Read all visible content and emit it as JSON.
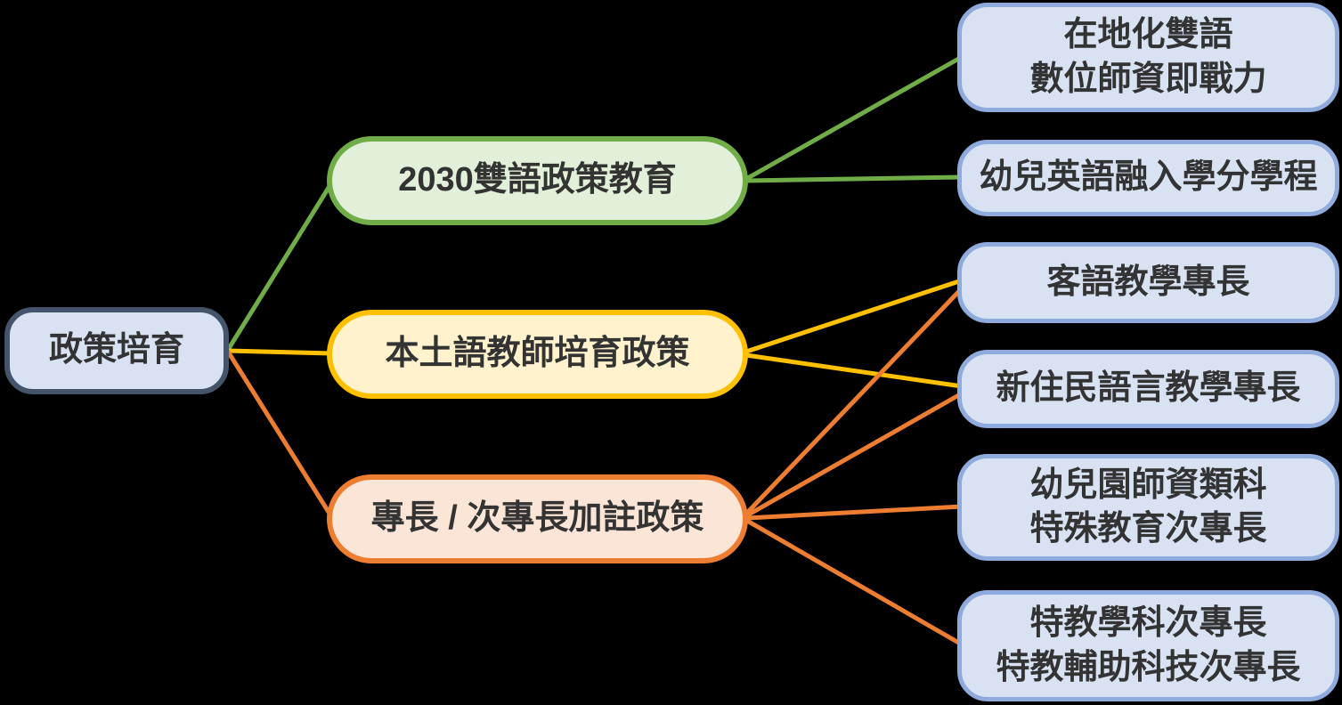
{
  "palette": {
    "canvas-bg": "#000000",
    "text": "#333333",
    "root-fill": "#D9E2F3",
    "root-border": "#44546A",
    "leaf-fill": "#D9E2F3",
    "leaf-border": "#8FAADC",
    "green-fill": "#E2F0D9",
    "green-border": "#70AD47",
    "yellow-fill": "#FFF2CC",
    "yellow-border": "#FFC000",
    "orange-fill": "#FBE5D6",
    "orange-border": "#ED7D31"
  },
  "nodes": {
    "root": {
      "label": "政策培育"
    },
    "branches": [
      {
        "label": "2030雙語政策教育",
        "color": "green"
      },
      {
        "label": "本土語教師培育政策",
        "color": "yellow"
      },
      {
        "label": "專長 / 次專長加註政策",
        "color": "orange"
      }
    ],
    "leaves": [
      {
        "label": "在地化雙語\n數位師資即戰力"
      },
      {
        "label": "幼兒英語融入學分學程"
      },
      {
        "label": "客語教學專長"
      },
      {
        "label": "新住民語言教學專長"
      },
      {
        "label": "幼兒園師資類科\n特殊教育次專長"
      },
      {
        "label": "特教學科次專長\n特教輔助科技次專長"
      }
    ]
  },
  "edges": [
    {
      "from": "政策培育",
      "to": "2030雙語政策教育",
      "color": "green"
    },
    {
      "from": "政策培育",
      "to": "本土語教師培育政策",
      "color": "yellow"
    },
    {
      "from": "政策培育",
      "to": "專長 / 次專長加註政策",
      "color": "orange"
    },
    {
      "from": "2030雙語政策教育",
      "to": "在地化雙語 數位師資即戰力",
      "color": "green"
    },
    {
      "from": "2030雙語政策教育",
      "to": "幼兒英語融入學分學程",
      "color": "green"
    },
    {
      "from": "本土語教師培育政策",
      "to": "客語教學專長",
      "color": "yellow"
    },
    {
      "from": "本土語教師培育政策",
      "to": "新住民語言教學專長",
      "color": "yellow"
    },
    {
      "from": "專長 / 次專長加註政策",
      "to": "客語教學專長",
      "color": "orange"
    },
    {
      "from": "專長 / 次專長加註政策",
      "to": "新住民語言教學專長",
      "color": "orange"
    },
    {
      "from": "專長 / 次專長加註政策",
      "to": "幼兒園師資類科 特殊教育次專長",
      "color": "orange"
    },
    {
      "from": "專長 / 次專長加註政策",
      "to": "特教學科次專長 特教輔助科技次專長",
      "color": "orange"
    }
  ]
}
